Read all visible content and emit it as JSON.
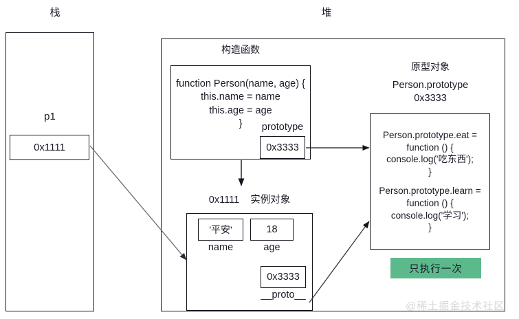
{
  "colors": {
    "stroke": "#15151f",
    "arrow_gray": "#55555f",
    "green": "#5cb98b",
    "watermark": "#d8d8d8",
    "background": "#ffffff"
  },
  "stack": {
    "title": "栈",
    "variable_label": "p1",
    "pointer_value": "0x1111"
  },
  "heap": {
    "title": "堆",
    "constructor": {
      "title": "构造函数",
      "code_lines": [
        "function Person(name, age) {",
        "this.name = name",
        "this.age = age",
        "}"
      ],
      "prototype_label": "prototype",
      "prototype_value": "0x3333"
    },
    "instance": {
      "address": "0x1111",
      "title": "实例对象",
      "fields": [
        {
          "value": "'平安'",
          "label": "name"
        },
        {
          "value": "18",
          "label": "age"
        }
      ],
      "proto_value": "0x3333",
      "proto_label": "__proto__"
    },
    "prototype_object": {
      "title": "原型对象",
      "name": "Person.prototype",
      "address": "0x3333",
      "code_lines": [
        "Person.prototype.eat =",
        "function () {",
        "console.log('吃东西');",
        "}",
        "",
        "Person.prototype.learn =",
        "function () {",
        "console.log('学习');",
        "}"
      ],
      "badge": "只执行一次"
    }
  },
  "watermark": "@稀土掘金技术社区"
}
